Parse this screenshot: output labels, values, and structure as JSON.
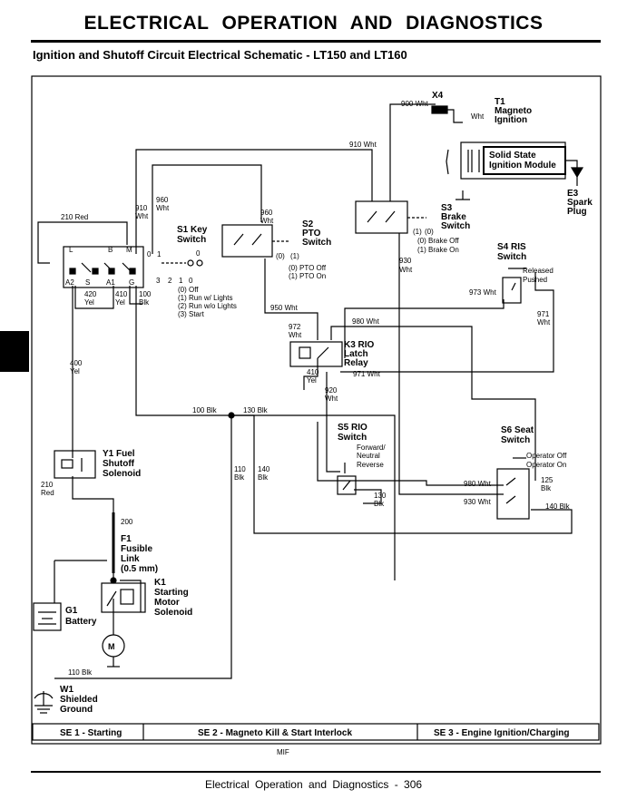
{
  "header": {
    "title": "ELECTRICAL   OPERATION AND DIAGNOSTICS",
    "subtitle": "Ignition and Shutoff Circuit Electrical Schematic - LT150 and LT160"
  },
  "components": {
    "x4": "X4",
    "t1": [
      "T1",
      "Magneto",
      "Ignition"
    ],
    "ignition_module": [
      "Solid State",
      "Ignition Module"
    ],
    "e3": [
      "E3",
      "Spark",
      "Plug"
    ],
    "s1": [
      "S1 Key",
      "Switch"
    ],
    "s1_terminals": {
      "l": "L",
      "b": "B",
      "m": "M",
      "a2": "A2",
      "s": "S",
      "a1": "A1",
      "g": "G"
    },
    "s1_positions": {
      "p0": "0",
      "p1": "1",
      "p3": "3",
      "p2": "2",
      "p1b": "1",
      "p0b": "0",
      "p0c": "0"
    },
    "s1_legend": [
      "(0) Off",
      "(1) Run w/ Lights",
      "(2) Run w/o Lights",
      "(3) Start"
    ],
    "s2": [
      "S2",
      "PTO",
      "Switch"
    ],
    "s2_positions": {
      "p0": "(0)",
      "p1": "(1)"
    },
    "s2_legend": [
      "(0) PTO Off",
      "(1) PTO On"
    ],
    "s3": [
      "S3",
      "Brake",
      "Switch"
    ],
    "s3_positions": {
      "p1": "(1)",
      "p0": "(0)"
    },
    "s3_legend": [
      "(0) Brake Off",
      "(1) Brake On"
    ],
    "s4": [
      "S4 RIS",
      "Switch"
    ],
    "s4_legend": [
      "Released",
      "Pushed"
    ],
    "k3": [
      "K3 RIO",
      "Latch",
      "Relay"
    ],
    "s5": [
      "S5 RIO",
      "Switch"
    ],
    "s5_legend": [
      "Forward/",
      "Neutral",
      "Reverse"
    ],
    "s6": [
      "S6 Seat",
      "Switch"
    ],
    "s6_legend": [
      "Operator Off",
      "Operator On"
    ],
    "y1": [
      "Y1 Fuel",
      "Shutoff",
      "Solenoid"
    ],
    "f1": [
      "F1",
      "Fusible",
      "Link",
      "(0.5 mm)"
    ],
    "k1": [
      "K1",
      "Starting",
      "Motor",
      "Solenoid"
    ],
    "g1": [
      "G1",
      "Battery"
    ],
    "motor": "M",
    "w1": [
      "W1",
      "Shielded",
      "Ground"
    ]
  },
  "wires": {
    "w900": "900 Wht",
    "w910a": "910 Wht",
    "w910b": [
      "910",
      "Wht"
    ],
    "w960a": [
      "960",
      "Wht"
    ],
    "w960b": [
      "960",
      "Wht"
    ],
    "w210a": "210 Red",
    "w210b": [
      "210",
      "Red"
    ],
    "w420": [
      "420",
      "Yel"
    ],
    "w410a": [
      "410",
      "Yel"
    ],
    "w100a": [
      "100",
      "Blk"
    ],
    "w400": [
      "400",
      "Yel"
    ],
    "w950": "950 Wht",
    "w972": [
      "972",
      "Wht"
    ],
    "w980a": "980 Wht",
    "w971a": "971 Wht",
    "w971b": [
      "971",
      "Wht"
    ],
    "w973": "973 Wht",
    "w930a": [
      "930",
      "Wht"
    ],
    "w410b": [
      "410",
      "Yel"
    ],
    "w920": [
      "920",
      "Wht"
    ],
    "w100b": "100 Blk",
    "w130a": "130 Blk",
    "w110a": [
      "110",
      "Blk"
    ],
    "w140a": [
      "140",
      "Blk"
    ],
    "w130b": [
      "130",
      "Blk"
    ],
    "w980b": "980 Wht",
    "w930b": "930 Wht",
    "w125": [
      "125",
      "Blk"
    ],
    "w140b": "140 Blk",
    "w200": "200",
    "w110b": "110 Blk",
    "wht_t1": "Wht"
  },
  "legend_bar": [
    "SE 1 - Starting",
    "SE 2 - Magneto Kill & Start Interlock",
    "SE 3 - Engine Ignition/Charging"
  ],
  "mif": "MIF",
  "footer": "Electrical  Operation and Diagnostics - 306"
}
